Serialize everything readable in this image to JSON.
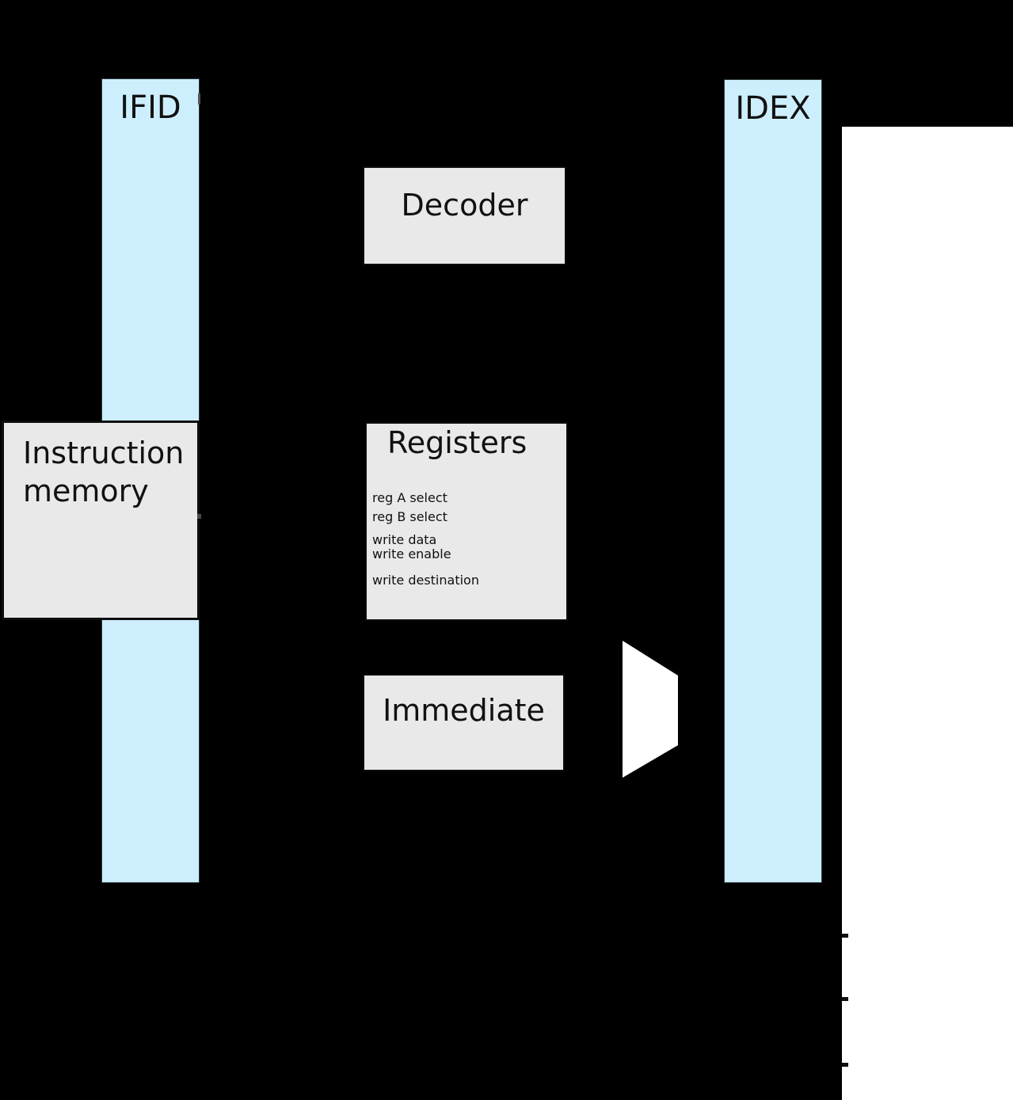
{
  "diagram": {
    "title_semantic": "CPU pipeline instruction-decode stage diagram",
    "pipeline_registers": [
      {
        "label": "IFID"
      },
      {
        "label": "IDEX"
      }
    ],
    "blocks": {
      "decoder": {
        "title": "Decoder"
      },
      "instruction_memory": {
        "title": "Instruction memory"
      },
      "registers": {
        "title": "Registers",
        "ports": [
          "reg A select",
          "reg B select",
          "write data",
          "write enable",
          "write destination"
        ]
      },
      "immediate": {
        "title": "Immediate"
      }
    },
    "colors": {
      "background": "#000000",
      "register_fill": "#cdeefd",
      "block_fill": "#e9e9e9",
      "mux_fill": "#ffffff",
      "panel_fill": "#ffffff",
      "text": "#111111"
    }
  }
}
